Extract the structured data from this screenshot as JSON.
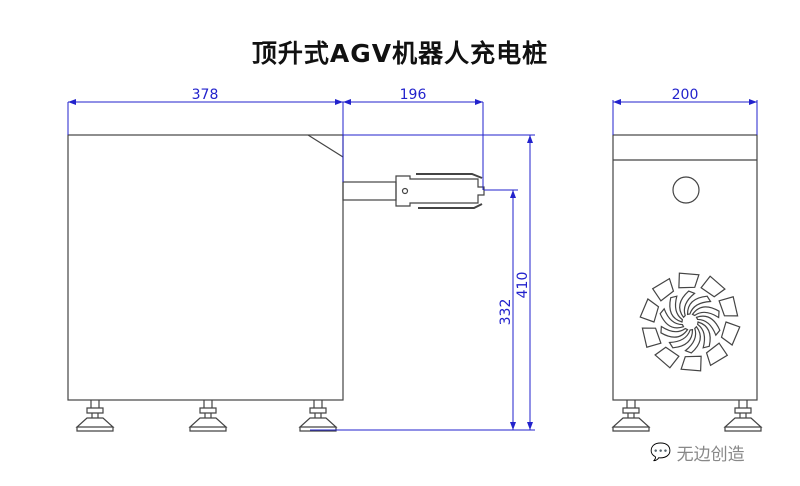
{
  "title": "顶升式AGV机器人充电桩",
  "dimensions": {
    "front_width": "378",
    "arm_length": "196",
    "total_height": "410",
    "connector_height": "332",
    "side_width": "200"
  },
  "watermark": {
    "icon": "wechat-icon",
    "text": "无边创造"
  },
  "colors": {
    "dimension": "#2222cc",
    "outline": "#444444"
  }
}
